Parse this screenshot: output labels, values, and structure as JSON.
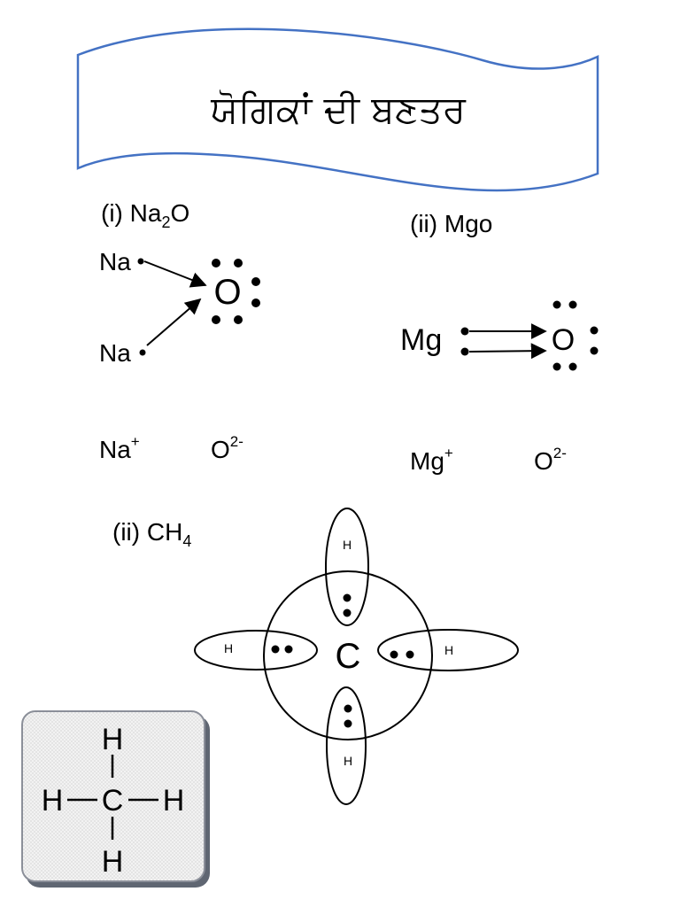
{
  "title": "ਯੋਗਿਕਾਂ ਦੀ  ਬਣਤਰ",
  "na2o": {
    "label_prefix": "(i) Na",
    "label_sub": "2",
    "label_suffix": "O",
    "donor1": "Na",
    "donor2": "Na",
    "acceptor": "O",
    "cation": "Na",
    "cation_charge": "+",
    "anion": "O",
    "anion_charge": "2-"
  },
  "mgo": {
    "label": "(ii) Mgo",
    "donor": "Mg",
    "acceptor": "O",
    "cation": "Mg",
    "cation_charge": "+",
    "anion": "O",
    "anion_charge": "2-"
  },
  "ch4": {
    "label_prefix": "(ii) CH",
    "label_sub": "4",
    "center": "C",
    "h_top": "H",
    "h_left": "H",
    "h_right": "H",
    "h_bottom": "H"
  },
  "structural_formula": {
    "center": "C",
    "h_top": "H",
    "h_left": "H",
    "h_right": "H",
    "h_bottom": "H"
  },
  "colors": {
    "banner_stroke": "#4472c4",
    "text": "#000000",
    "card_shadow": "#5f6672"
  }
}
